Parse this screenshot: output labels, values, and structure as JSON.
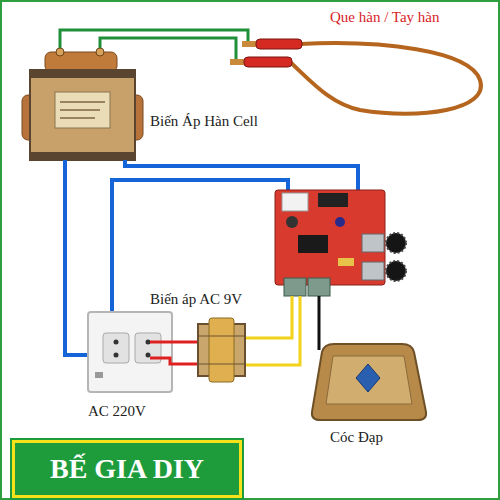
{
  "diagram": {
    "nodes": [
      {
        "text": [
          "BẾ GIA DIY"
        ]
      }
    ],
    "labels": [
      "Que hàn / Tay hàn",
      "Biến Áp Hàn Cell",
      "Biến áp AC 9V",
      "AC 220V",
      "Cóc Đạp"
    ]
  }
}
